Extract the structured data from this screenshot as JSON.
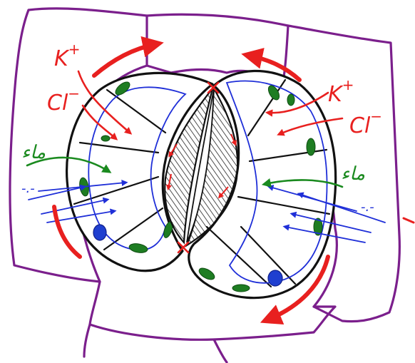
{
  "labels": {
    "ion_potassium": "K",
    "ion_potassium_charge": "+",
    "ion_chloride": "Cl",
    "ion_chloride_charge": "−",
    "green_scribble_left": "ماء",
    "green_scribble_right": "ماء",
    "blue_scribble_left": "-.-",
    "blue_scribble_right": "-.-"
  },
  "colors": {
    "epidermis_outline": "#7b1f8c",
    "guard_outline": "#111111",
    "ion_ink": "#e8201f",
    "water_ink": "#1a8a1f",
    "vacuole_ink": "#1f2fd8",
    "chloroplast": "#1e7d22",
    "nucleus": "#1f3fd0",
    "pore_hatch": "#222222"
  }
}
